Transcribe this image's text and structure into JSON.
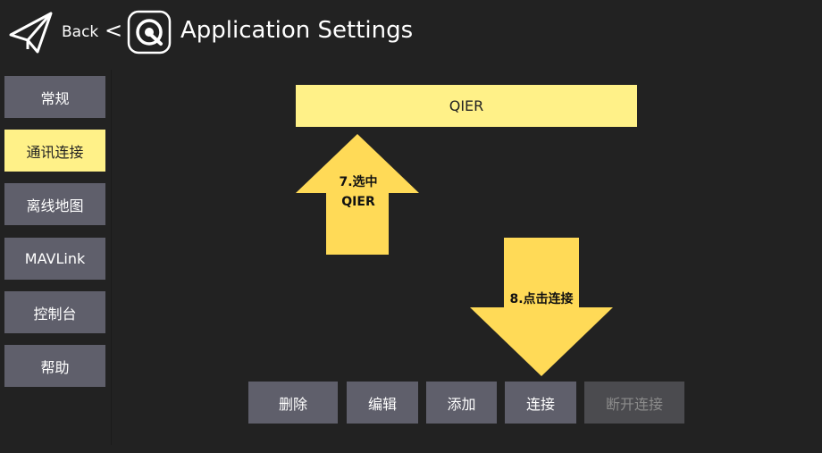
{
  "header": {
    "back_label": "Back",
    "chevron": "<",
    "title": "Application Settings",
    "icons": [
      "paper-plane-icon",
      "app-logo-icon"
    ]
  },
  "sidebar": {
    "items": [
      {
        "label": "常规",
        "active": false
      },
      {
        "label": "通讯连接",
        "active": true
      },
      {
        "label": "离线地图",
        "active": false
      },
      {
        "label": "MAVLink",
        "active": false
      },
      {
        "label": "控制台",
        "active": false
      },
      {
        "label": "帮助",
        "active": false
      }
    ]
  },
  "main": {
    "connections": [
      {
        "name": "QIER",
        "selected": true
      }
    ],
    "annotations": {
      "select_step_line1": "7.选中",
      "select_step_line2": "QIER",
      "connect_step": "8.点击连接"
    },
    "buttons": {
      "delete": "删除",
      "edit": "编辑",
      "add": "添加",
      "connect": "连接",
      "disconnect": "断开连接"
    }
  },
  "colors": {
    "background": "#222222",
    "accent": "#fff188",
    "button": "#5f5f6b",
    "arrow": "#ffda57"
  }
}
